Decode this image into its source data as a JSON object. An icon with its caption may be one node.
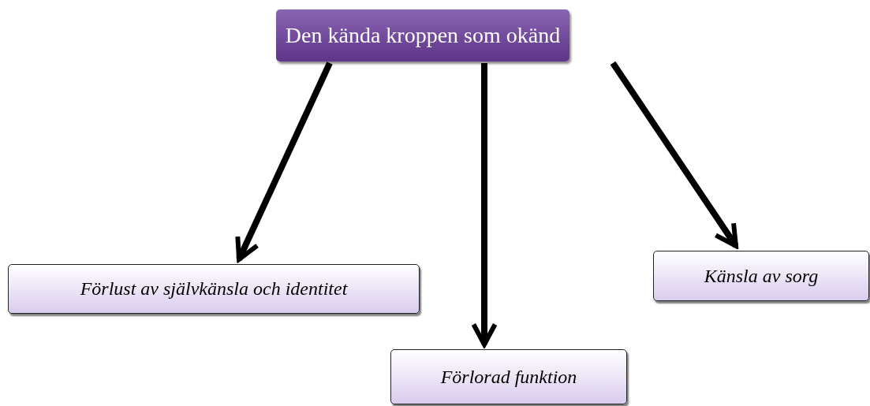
{
  "diagram": {
    "nodes": [
      {
        "text": [
          "Den kända kroppen som okänd"
        ]
      },
      {
        "text": [
          "Förlust av självkänsla och identitet"
        ]
      },
      {
        "text": [
          "Förlorad funktion"
        ]
      },
      {
        "text": [
          "Känsla av sorg"
        ]
      }
    ],
    "edges": [
      {
        "from": 0,
        "to": 1,
        "arrow": "to"
      },
      {
        "from": 0,
        "to": 2,
        "arrow": "to"
      },
      {
        "from": 0,
        "to": 3,
        "arrow": "to"
      }
    ]
  }
}
